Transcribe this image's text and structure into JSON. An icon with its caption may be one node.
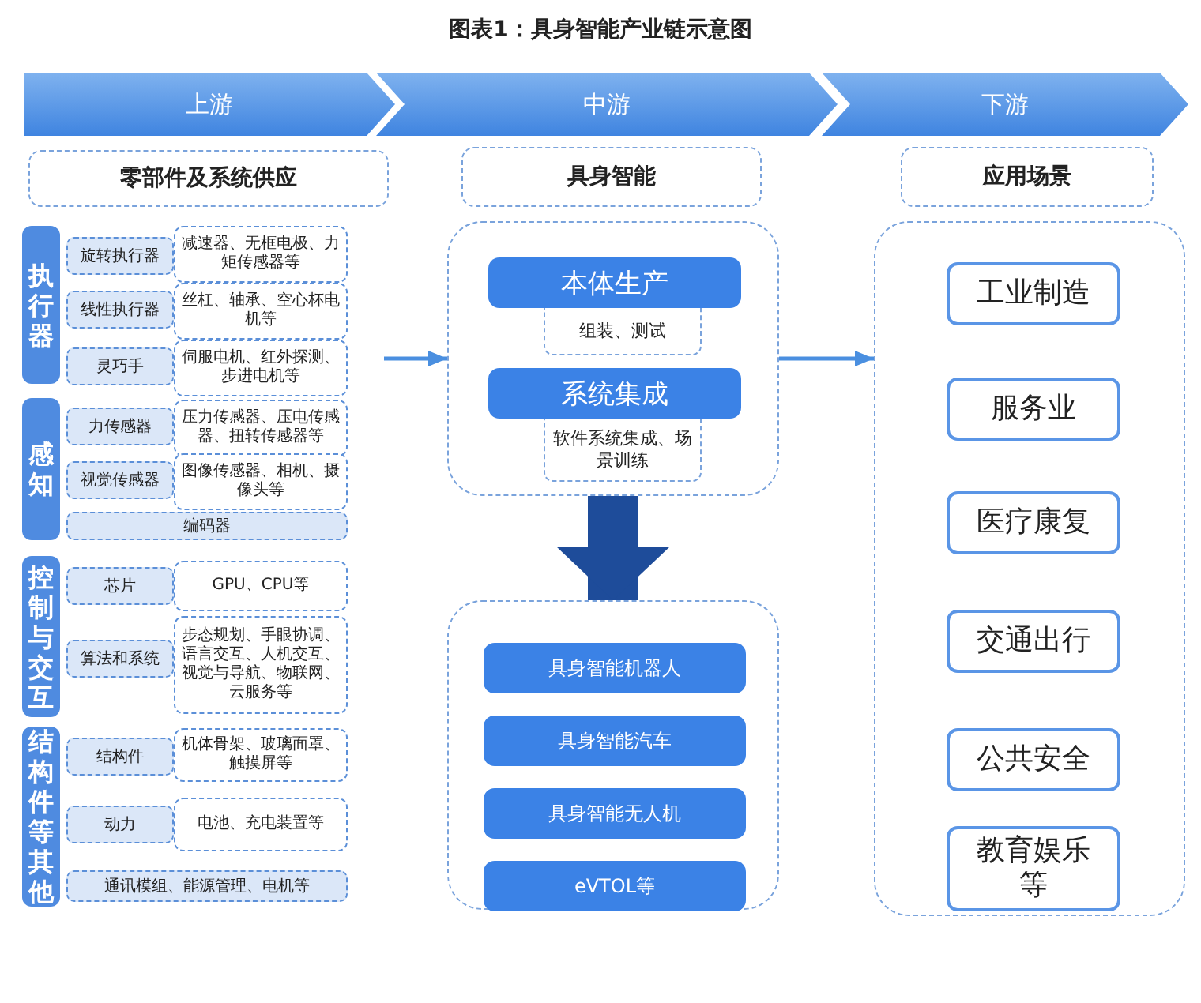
{
  "diagram": {
    "title": "图表1：具身智能产业链示意图",
    "nodes": [
      {
        "text": [
          "上游"
        ]
      },
      {
        "text": [
          "中游"
        ]
      },
      {
        "text": [
          "下游"
        ]
      },
      {
        "text": [
          "零部件及系统供应"
        ]
      },
      {
        "text": [
          "执行器"
        ]
      },
      {
        "text": [
          "旋转执行器"
        ]
      },
      {
        "text": [
          "减速器、无框电极、力矩传感器等"
        ]
      },
      {
        "text": [
          "线性执行器"
        ]
      },
      {
        "text": [
          "丝杠、轴承、空心杯电机等"
        ]
      },
      {
        "text": [
          "灵巧手"
        ]
      },
      {
        "text": [
          "伺服电机、红外探测、步进电机等"
        ]
      },
      {
        "text": [
          "感知"
        ]
      },
      {
        "text": [
          "力传感器"
        ]
      },
      {
        "text": [
          "压力传感器、压电传感器、扭转传感器等"
        ]
      },
      {
        "text": [
          "视觉传感器"
        ]
      },
      {
        "text": [
          "图像传感器、相机、摄像头等"
        ]
      },
      {
        "text": [
          "编码器"
        ]
      },
      {
        "text": [
          "控制与交互"
        ]
      },
      {
        "text": [
          "芯片"
        ]
      },
      {
        "text": [
          "GPU、CPU等"
        ]
      },
      {
        "text": [
          "算法和系统"
        ]
      },
      {
        "text": [
          "步态规划、手眼协调、语言交互、人机交互、视觉与导航、物联网、云服务等"
        ]
      },
      {
        "text": [
          "结构件等其他"
        ]
      },
      {
        "text": [
          "结构件"
        ]
      },
      {
        "text": [
          "机体骨架、玻璃面罩、触摸屏等"
        ]
      },
      {
        "text": [
          "动力"
        ]
      },
      {
        "text": [
          "电池、充电装置等"
        ]
      },
      {
        "text": [
          "通讯模组、能源管理、电机等"
        ]
      },
      {
        "text": [
          "具身智能"
        ]
      },
      {
        "text": [],
        "shape": "box"
      },
      {
        "text": [
          "本体生产"
        ],
        "in": 29
      },
      {
        "text": [
          "组装、测试"
        ],
        "in": 29
      },
      {
        "text": [
          "系统集成"
        ],
        "in": 29
      },
      {
        "text": [
          "软件系统集成、场景训练"
        ],
        "in": 29
      },
      {
        "text": [],
        "shape": "box"
      },
      {
        "text": [
          "具身智能机器人"
        ],
        "in": 34
      },
      {
        "text": [
          "具身智能汽车"
        ],
        "in": 34
      },
      {
        "text": [
          "具身智能无人机"
        ],
        "in": 34
      },
      {
        "text": [
          "eVTOL等"
        ],
        "in": 34
      },
      {
        "text": [
          "应用场景"
        ]
      },
      {
        "text": [],
        "shape": "box"
      },
      {
        "text": [
          "工业制造"
        ],
        "in": 40
      },
      {
        "text": [
          "服务业"
        ],
        "in": 40
      },
      {
        "text": [
          "医疗康复"
        ],
        "in": 40
      },
      {
        "text": [
          "交通出行"
        ],
        "in": 40
      },
      {
        "text": [
          "公共安全"
        ],
        "in": 40
      },
      {
        "text": [
          "教育娱乐等"
        ],
        "in": 40
      }
    ],
    "edges": [
      {
        "from": null,
        "to": 29,
        "arrow": "to"
      },
      {
        "from": 29,
        "to": 40,
        "arrow": "to"
      },
      {
        "from": 29,
        "to": 34,
        "arrow": "to",
        "style": "thick",
        "color": "#1e4c9a"
      }
    ]
  }
}
